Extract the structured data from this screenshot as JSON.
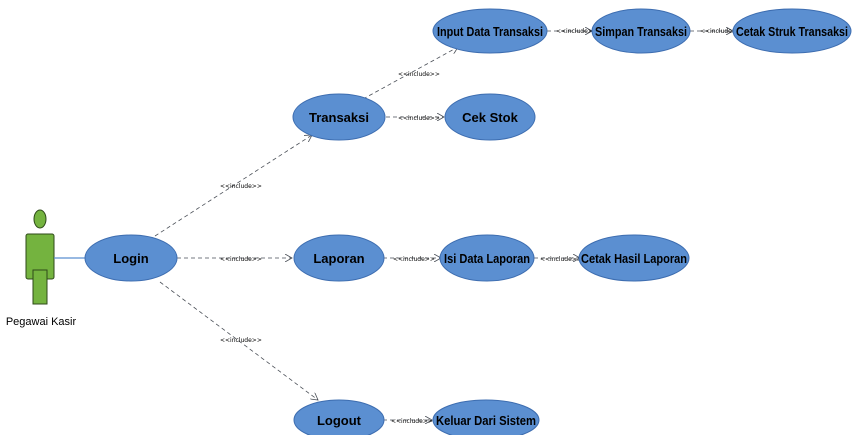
{
  "actor": {
    "label": "Pegawai Kasir"
  },
  "use_cases": {
    "login": "Login",
    "transaksi": "Transaksi",
    "laporan": "Laporan",
    "logout": "Logout",
    "input_data_transaksi": "Input Data Transaksi",
    "simpan_transaksi": "Simpan Transaksi",
    "cetak_struk_transaksi": "Cetak Struk Transaksi",
    "cek_stok": "Cek Stok",
    "isi_data_laporan": "Isi Data Laporan",
    "cetak_hasil_laporan": "Cetak Hasil Laporan",
    "keluar_dari_sistem": "Keluar Dari Sistem"
  },
  "relation_label": "<<include>>",
  "colors": {
    "use_case_fill": "#5b8fd1",
    "actor_fill": "#74b33f"
  }
}
